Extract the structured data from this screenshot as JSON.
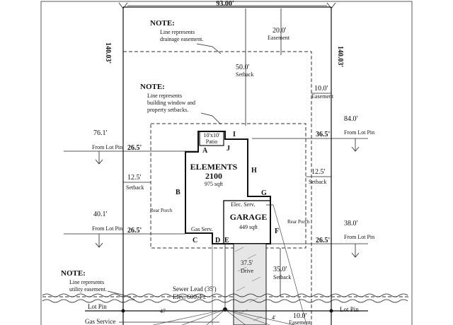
{
  "dimensions": {
    "top_width": "93.00'",
    "left_depth": "140.03'",
    "right_depth": "140.03'",
    "rear_easement": "20.0'",
    "rear_easement_label": "Easement",
    "rear_setback": "50.0'",
    "rear_setback_label": "Setback",
    "side_easement": "10.0'",
    "side_easement_label": "Easement",
    "left_lot_pin_top": "76.1'",
    "left_lot_pin_top_label": "From Lot Pin",
    "right_lot_pin_top": "84.0'",
    "right_lot_pin_top_label": "From Lot Pin",
    "left_offset_top": "26.5'",
    "right_offset_top": "36.5'",
    "left_setback": "12.5'",
    "left_setback_label": "Setback",
    "right_setback": "12.5'",
    "right_setback_label": "Setback",
    "left_lot_pin_bottom": "40.1'",
    "left_lot_pin_bottom_label": "From Lot Pin",
    "right_lot_pin_bottom": "38.0'",
    "right_lot_pin_bottom_label": "From Lot Pin",
    "left_offset_bottom": "26.5'",
    "right_offset_bottom": "26.5'",
    "drive_length": "37.5'",
    "drive_label": "Drive",
    "front_setback": "35.0'",
    "front_setback_label": "Setback",
    "front_easement": "10.0'",
    "front_easement_label": "Easement",
    "tick_47": "47",
    "tick_4": "4'"
  },
  "notes": {
    "note_label": "NOTE:",
    "drainage_line1": "Line represents",
    "drainage_line2": "drainage easement.",
    "setback_line1": "Line represents",
    "setback_line2": "building window and",
    "setback_line3": "property setbacks.",
    "utility_line1": "Line represents",
    "utility_line2": "utility easement."
  },
  "house": {
    "name": "ELEMENTS",
    "model": "2100",
    "area": "975 sqft",
    "patio_line1": "10'x10'",
    "patio_line2": "Patio",
    "garage_name": "GARAGE",
    "garage_area": "449 sqft",
    "elec_serv": "Elec. Serv.",
    "gas_serv": "Gas Serv.",
    "rear_porch_left": "Rear Porch",
    "rear_porch_right": "Rear Porch"
  },
  "point_labels": {
    "A": "A",
    "B": "B",
    "C": "C",
    "D": "D",
    "E": "E",
    "F": "F",
    "G": "G",
    "H": "H",
    "I": "I",
    "J": "J"
  },
  "utilities": {
    "sewer_lead": "Sewer Lead (35')",
    "sewer_elev": "Elev. 600.4'±",
    "lot_pin_left": "Lot Pin",
    "lot_pin_right": "Lot Pin",
    "gas_service": "Gas Service"
  }
}
